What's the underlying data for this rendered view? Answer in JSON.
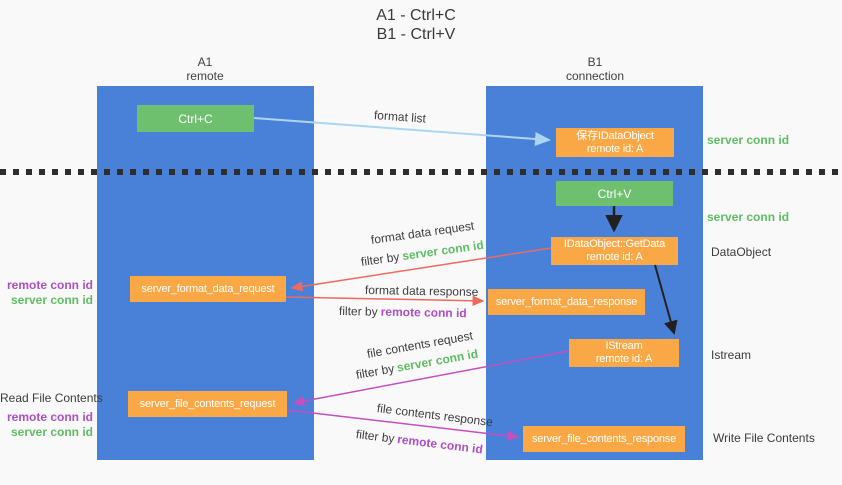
{
  "title": {
    "line1": "A1 - Ctrl+C",
    "line2": "B1 - Ctrl+V"
  },
  "lanes": {
    "left": {
      "name": "A1",
      "role": "remote"
    },
    "right": {
      "name": "B1",
      "role": "connection"
    }
  },
  "boxes": {
    "ctrl_c": "Ctrl+C",
    "save_dataobject_line1": "保存IDataObject",
    "save_dataobject_line2": "remote id: A",
    "ctrl_v": "Ctrl+V",
    "getdata_line1": "IDataObject::GetData",
    "getdata_line2": "remote id: A",
    "format_request": "server_format_data_request",
    "format_response": "server_format_data_response",
    "istream_line1": "IStream",
    "istream_line2": "remote id: A",
    "file_request": "server_file_contents_request",
    "file_response": "server_file_contents_response"
  },
  "flow_labels": {
    "format_list": "format list",
    "format_data_request": "format data request",
    "format_request_filter_prefix": "filter by",
    "format_request_filter_key": "server conn id",
    "format_data_response": "format data response",
    "format_response_filter_prefix": "filter by",
    "format_response_filter_key": "remote conn id",
    "file_contents_request": "file contents request",
    "file_request_filter_prefix": "filter by",
    "file_request_filter_key": "server conn id",
    "file_contents_response": "file contents response",
    "file_response_filter_prefix": "filter by",
    "file_response_filter_key": "remote conn id"
  },
  "side_labels": {
    "server_conn_id_top_right": "server conn id",
    "server_conn_id_mid_right": "server conn id",
    "dataobject": "DataObject",
    "istream": "Istream",
    "write_file_contents": "Write File Contents",
    "remote_conn_id_left_1": "remote conn id",
    "server_conn_id_left_1": "server conn id",
    "read_file_contents": "Read File Contents",
    "remote_conn_id_left_2": "remote conn id",
    "server_conn_id_left_2": "server conn id"
  },
  "colors": {
    "lane_blue": "#4a81d8",
    "box_green": "#6fc06e",
    "box_orange": "#f9a845",
    "arrow_light_blue": "#aad6f2",
    "arrow_red": "#ed6a5f",
    "arrow_magenta": "#c44fc0",
    "arrow_black": "#212121",
    "key_green": "#5ebd62",
    "key_purple": "#ad4fc4"
  }
}
